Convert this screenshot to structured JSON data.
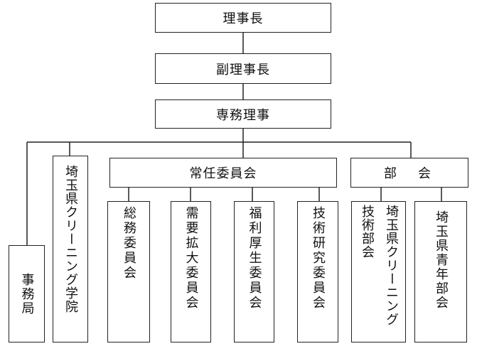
{
  "line_color": "#222222",
  "top": [
    "理事長",
    "副理事長",
    "専務理事"
  ],
  "jimukyoku": "事務局",
  "gakuin": "埼玉県クリーニング学院",
  "jonin": {
    "label": "常任委員会",
    "committees": [
      "総務委員会",
      "需要拡大委員会",
      "福利厚生委員会",
      "技術研究委員会"
    ]
  },
  "bukai": {
    "label": "部　会",
    "gijutsu": [
      "技術部会",
      "埼玉県クリーニング"
    ],
    "seinen": "埼玉県青年部会"
  }
}
